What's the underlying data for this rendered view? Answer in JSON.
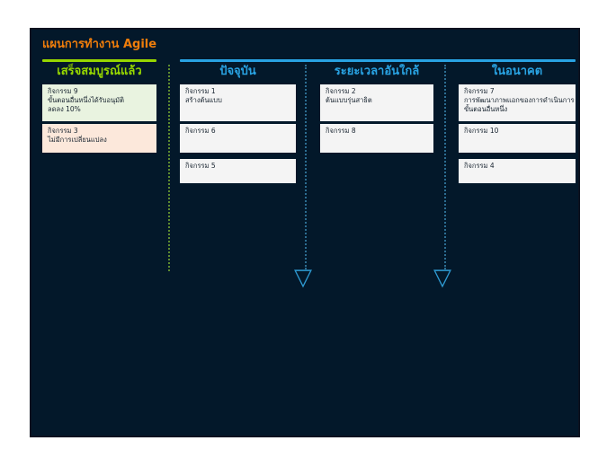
{
  "board": {
    "title": "แผนการทำงาน Agile",
    "columns": [
      {
        "id": "completed",
        "label": "เสร็จสมบูรณ์แล้ว",
        "accent": "#97d700",
        "cards": [
          {
            "title": "กิจกรรม 9",
            "lines": [
              "ขั้นตอนอื่นหนึ่งได้รับอนุมัติ",
              "ลดลง 10%"
            ],
            "color": "#e9f3e0"
          },
          {
            "title": "กิจกรรม 3",
            "lines": [
              "ไม่มีการเปลี่ยนแปลง"
            ],
            "color": "#fce8db"
          }
        ]
      },
      {
        "id": "current",
        "label": "ปัจจุบัน",
        "accent": "#29a3e3",
        "cards": [
          {
            "title": "กิจกรรม 1",
            "lines": [
              "สร้างต้นแบบ"
            ],
            "color": "#f4f4f4"
          },
          {
            "title": "กิจกรรม 6",
            "lines": [],
            "color": "#f4f4f4"
          },
          {
            "title": "กิจกรรม 5",
            "lines": [],
            "color": "#f4f4f4"
          }
        ]
      },
      {
        "id": "near-term",
        "label": "ระยะเวลาอันใกล้",
        "accent": "#29a3e3",
        "cards": [
          {
            "title": "กิจกรรม 2",
            "lines": [
              "ต้นแบบรุ่นสาธิต"
            ],
            "color": "#f4f4f4"
          },
          {
            "title": "กิจกรรม 8",
            "lines": [],
            "color": "#f4f4f4"
          }
        ]
      },
      {
        "id": "future",
        "label": "ในอนาคต",
        "accent": "#29a3e3",
        "cards": [
          {
            "title": "กิจกรรม 7",
            "lines": [
              "การพัฒนาภาพแอกของการดำเนินการ",
              "ขั้นตอนอื่นหนึ่ง"
            ],
            "color": "#f4f4f4"
          },
          {
            "title": "กิจกรรม 10",
            "lines": [],
            "color": "#f4f4f4"
          },
          {
            "title": "กิจกรรม 4",
            "lines": [],
            "color": "#f4f4f4"
          }
        ]
      }
    ],
    "colors": {
      "page_background": "#ffffff",
      "panel_background": "#03182a",
      "title": "#ee7d0b",
      "green_accent": "#97d700",
      "blue_accent": "#29a3e3",
      "green_separator_dots": "#5d8b2f",
      "blue_separator_dots": "#2c6d91",
      "arrow_outline": "#2e9ad2"
    },
    "icons": {
      "arrow_down": "▽"
    }
  }
}
